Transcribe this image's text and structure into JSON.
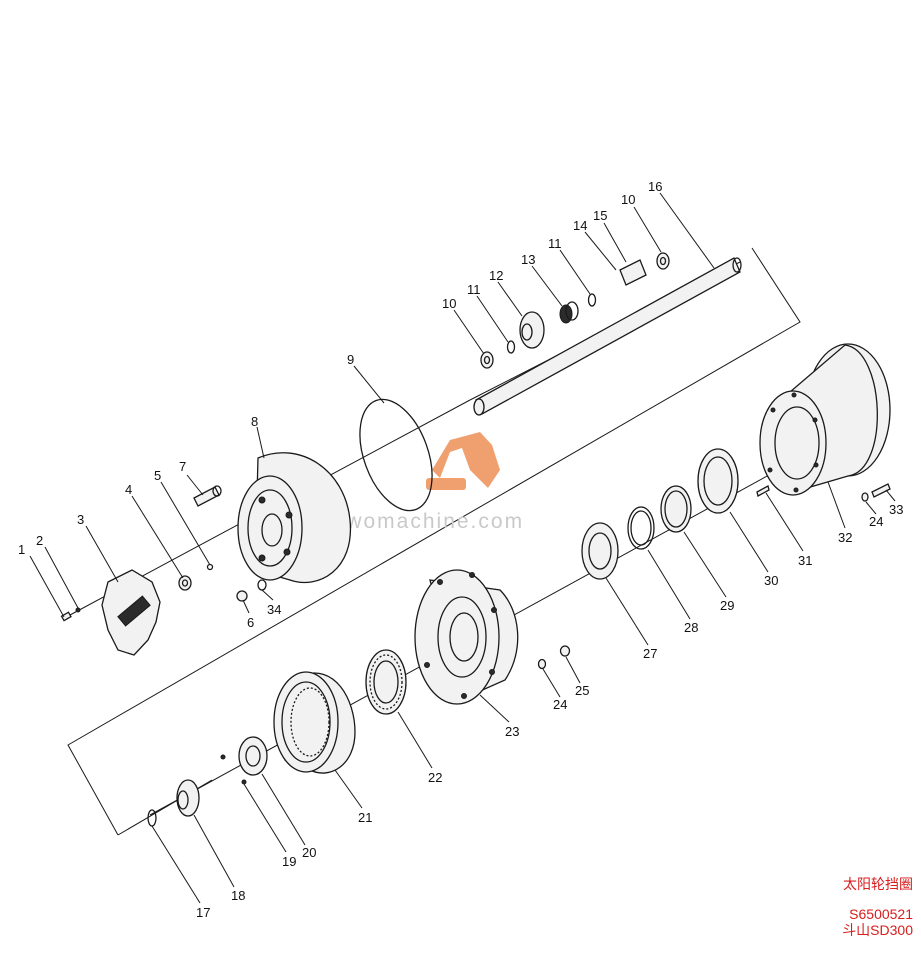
{
  "callouts": {
    "c1": "1",
    "c2": "2",
    "c3": "3",
    "c4": "4",
    "c5": "5",
    "c6": "6",
    "c7": "7",
    "c8": "8",
    "c9": "9",
    "c10a": "10",
    "c10b": "10",
    "c11a": "11",
    "c11b": "11",
    "c12": "12",
    "c13": "13",
    "c14": "14",
    "c15": "15",
    "c16": "16",
    "c17": "17",
    "c18": "18",
    "c19": "19",
    "c20": "20",
    "c21": "21",
    "c22": "22",
    "c23": "23",
    "c24a": "24",
    "c24b": "24",
    "c25": "25",
    "c27": "27",
    "c28": "28",
    "c29": "29",
    "c30": "30",
    "c31": "31",
    "c32": "32",
    "c33": "33",
    "c34": "34"
  },
  "watermark": "liwomachine.com",
  "caption": {
    "title": "太阳轮挡圈",
    "code": "S6500521",
    "model": "斗山SD300"
  },
  "colors": {
    "caption": "#d81e1e",
    "logo": "#e8742a"
  }
}
